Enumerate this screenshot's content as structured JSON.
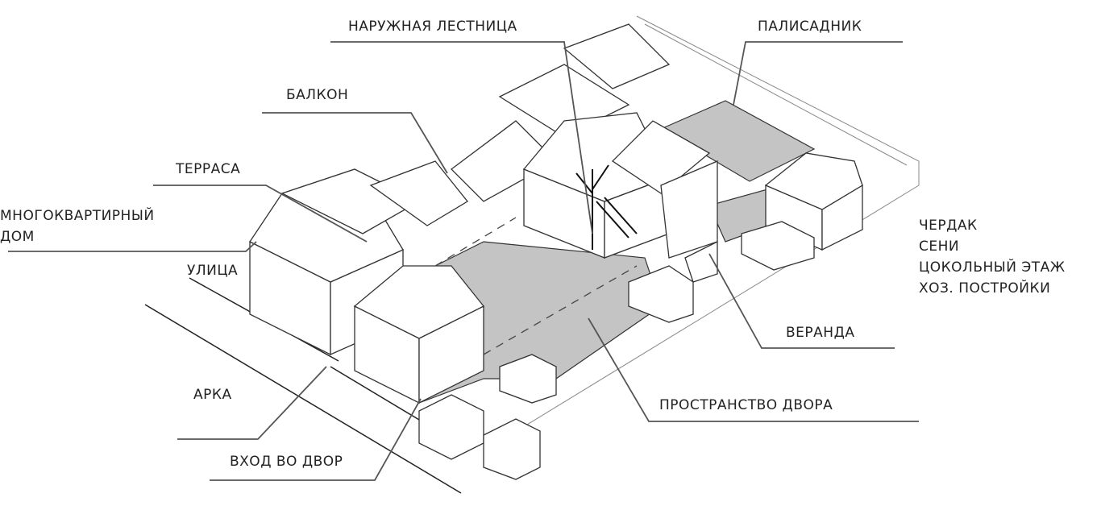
{
  "labels": {
    "outer_stair": "НАРУЖНАЯ ЛЕСТНИЦА",
    "front_garden": "ПАЛИСАДНИК",
    "balcony": "БАЛКОН",
    "terrace": "ТЕРРАСА",
    "apartment_house_1": "МНОГОКВАРТИРНЫЙ",
    "apartment_house_2": "ДОМ",
    "street": "УЛИЦА",
    "veranda": "ВЕРАНДА",
    "courtyard_space": "ПРОСТРАНСТВО ДВОРА",
    "arch": "АРКА",
    "courtyard_entrance": "ВХОД ВО ДВОР"
  },
  "legend": [
    "ЧЕРДАК",
    "СЕНИ",
    "ЦОКОЛЬНЫЙ ЭТАЖ",
    "ХОЗ. ПОСТРОЙКИ"
  ],
  "colors": {
    "line": "#555555",
    "courtyard": "#c4c4c4",
    "building": "#ffffff",
    "outline": "#333333"
  }
}
